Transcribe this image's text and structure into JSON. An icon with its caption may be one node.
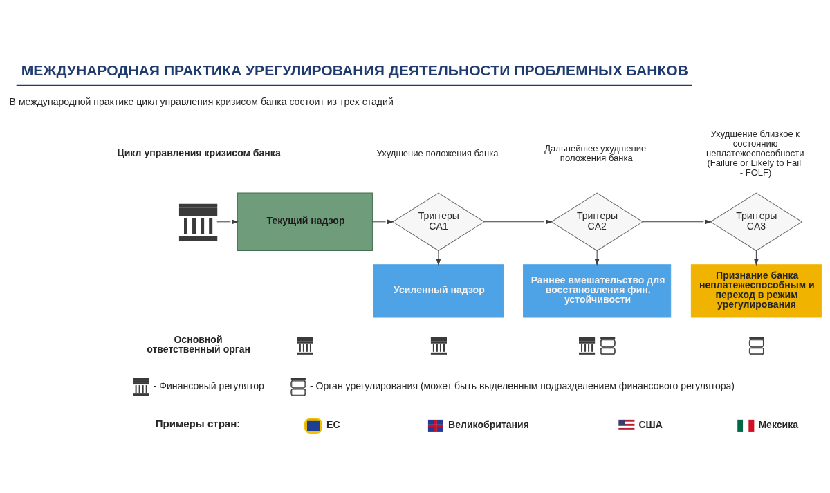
{
  "diagram": {
    "title": "МЕЖДУНАРОДНАЯ ПРАКТИКА УРЕГУЛИРОВАНИЯ ДЕЯТЕЛЬНОСТИ ПРОБЛЕМНЫХ БАНКОВ",
    "nodes": [
      {
        "text": [],
        "shape": "picture"
      },
      {
        "text": [
          "Текущий надзор"
        ]
      },
      {
        "text": [
          "Триггеры CA1"
        ]
      },
      {
        "text": [
          "Усиленный надзор"
        ]
      },
      {
        "text": [
          "Триггеры CA2"
        ]
      },
      {
        "text": [
          "Раннее вмешательство для восстановления фин. устойчивости"
        ]
      },
      {
        "text": [
          "Триггеры CA3"
        ]
      },
      {
        "text": [
          "Признание банка неплатежеспособным и переход в режим урегулирования"
        ]
      }
    ],
    "edges": [
      {
        "from": 0,
        "to": 1,
        "arrow": "to"
      },
      {
        "from": 1,
        "to": 2,
        "arrow": "to"
      },
      {
        "from": 2,
        "to": 3,
        "arrow": "to"
      },
      {
        "from": 2,
        "to": 4,
        "arrow": "to"
      },
      {
        "from": 4,
        "to": 5,
        "arrow": "to"
      },
      {
        "from": 4,
        "to": 6,
        "arrow": "to"
      },
      {
        "from": 6,
        "to": 7,
        "arrow": "to"
      }
    ],
    "labels": [
      "В международной практике цикл управления кризисом банка состоит из трех стадий",
      "Цикл управления кризисом банка",
      "Ухудшение положения банка",
      "Дальнейшее ухудшение положения банка",
      "Ухудшение близкое к состоянию неплатежеспособности (Failure or Likely to Fail - FOLF)",
      "Основной ответственный орган",
      "Примеры стран:",
      "ЕС",
      "Великобритания",
      "США",
      "Мексика"
    ],
    "legend": [
      {
        "text": "- Финансовый регулятор"
      },
      {
        "text": "- Орган урегулирования (может быть выделенным подразделением финансового регулятора)"
      }
    ]
  }
}
